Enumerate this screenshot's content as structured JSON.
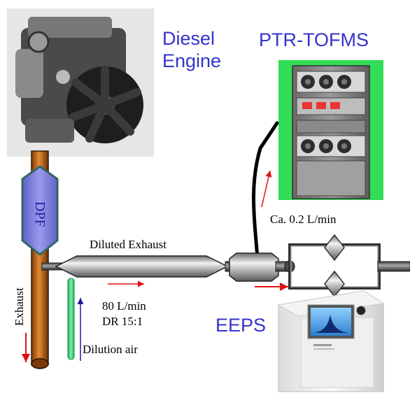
{
  "labels": {
    "diesel_engine_line1": "Diesel",
    "diesel_engine_line2": "Engine",
    "ptr_tofms": "PTR-TOFMS",
    "eeps": "EEPS",
    "dpf": "DPF",
    "exhaust": "Exhaust",
    "diluted_exhaust": "Diluted Exhaust",
    "flow_rate": "80 L/min",
    "dilution_ratio": "DR 15:1",
    "dilution_air": "Dilution air",
    "sample_flow": "Ca. 0.2 L/min"
  },
  "colors": {
    "label_blue": "#3333cc",
    "exhaust_pipe": "#c8701e",
    "dpf_fill": "#7f7fdc",
    "dpf_border": "#2d6b5f",
    "dilution_air_tube": "#33e07a",
    "flow_arrow_red": "#e01010",
    "flow_arrow_blue": "#1a1aa0",
    "ptr_background": "#33dd55"
  },
  "icons": {
    "engine": "diesel-engine-photo",
    "ptr_instrument": "ptr-tofms-instrument-photo",
    "eeps_instrument": "eeps-instrument-photo"
  }
}
